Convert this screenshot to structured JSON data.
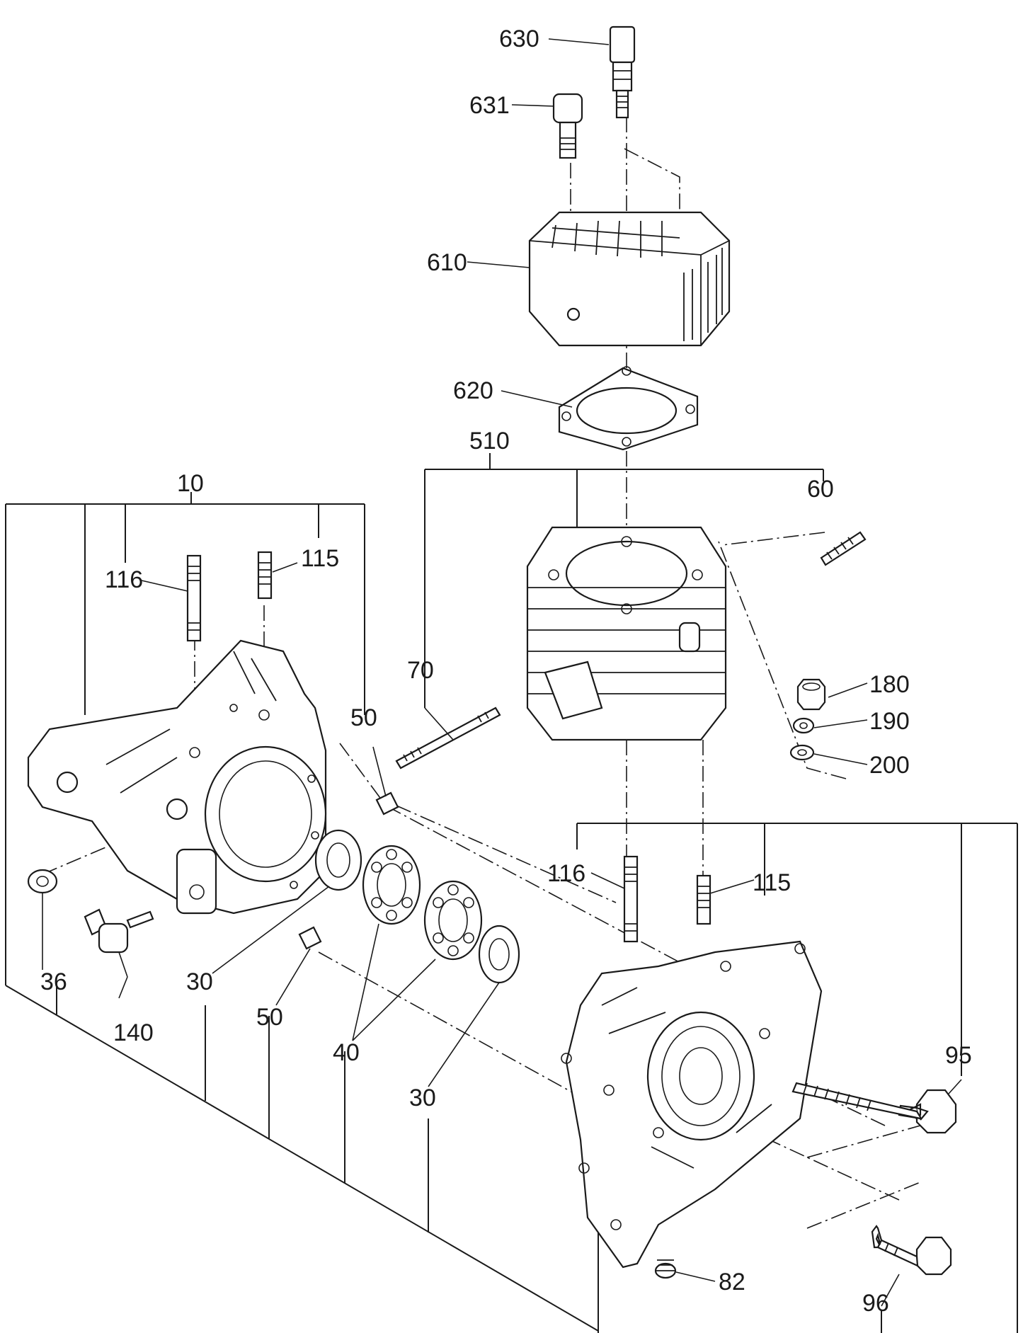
{
  "diagram": {
    "callouts": {
      "c630": "630",
      "c631": "631",
      "c610": "610",
      "c620": "620",
      "c510": "510",
      "c60": "60",
      "c10": "10",
      "c116a": "116",
      "c115a": "115",
      "c70": "70",
      "c50a": "50",
      "c180": "180",
      "c190": "190",
      "c200": "200",
      "c116b": "116",
      "c115b": "115",
      "c36": "36",
      "c30a": "30",
      "c140": "140",
      "c50b": "50",
      "c40": "40",
      "c30b": "30",
      "c95": "95",
      "c82": "82",
      "c96": "96"
    }
  }
}
